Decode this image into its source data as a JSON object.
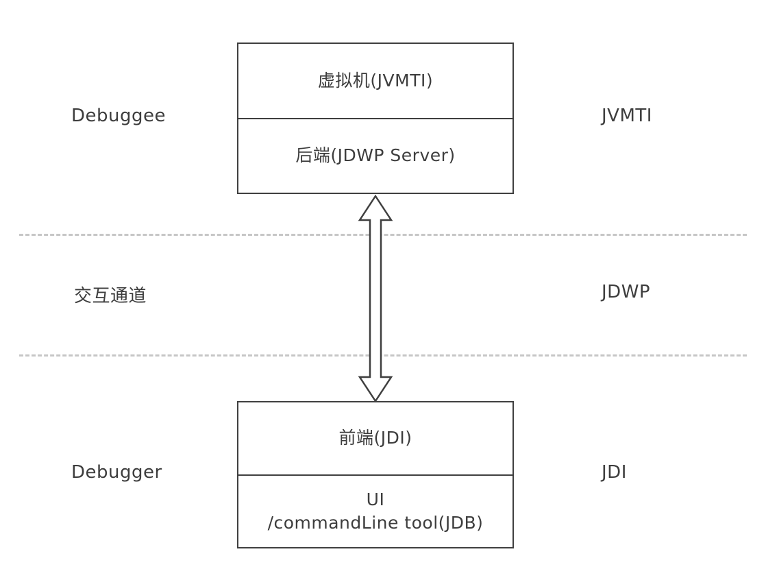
{
  "diagram": {
    "title": "JPDA debugger architecture diagram",
    "top_box": {
      "cell1": "虚拟机(JVMTI)",
      "cell2": "后端(JDWP Server)"
    },
    "bottom_box": {
      "cell1": "前端(JDI)",
      "cell2_line1": "UI",
      "cell2_line2": "/commandLine tool(JDB)"
    },
    "left_labels": {
      "top": "Debuggee",
      "middle": "交互通道",
      "bottom": "Debugger"
    },
    "right_labels": {
      "top": "JVMTI",
      "middle": "JDWP",
      "bottom": "JDI"
    },
    "arrow": {
      "type": "double-headed-vertical",
      "meaning": "bidirectional communication channel"
    },
    "colors": {
      "background": "#ffffff",
      "box_border": "#3f3f3f",
      "text": "#3d3d3d",
      "dashed_line": "#c6c6c6"
    }
  }
}
